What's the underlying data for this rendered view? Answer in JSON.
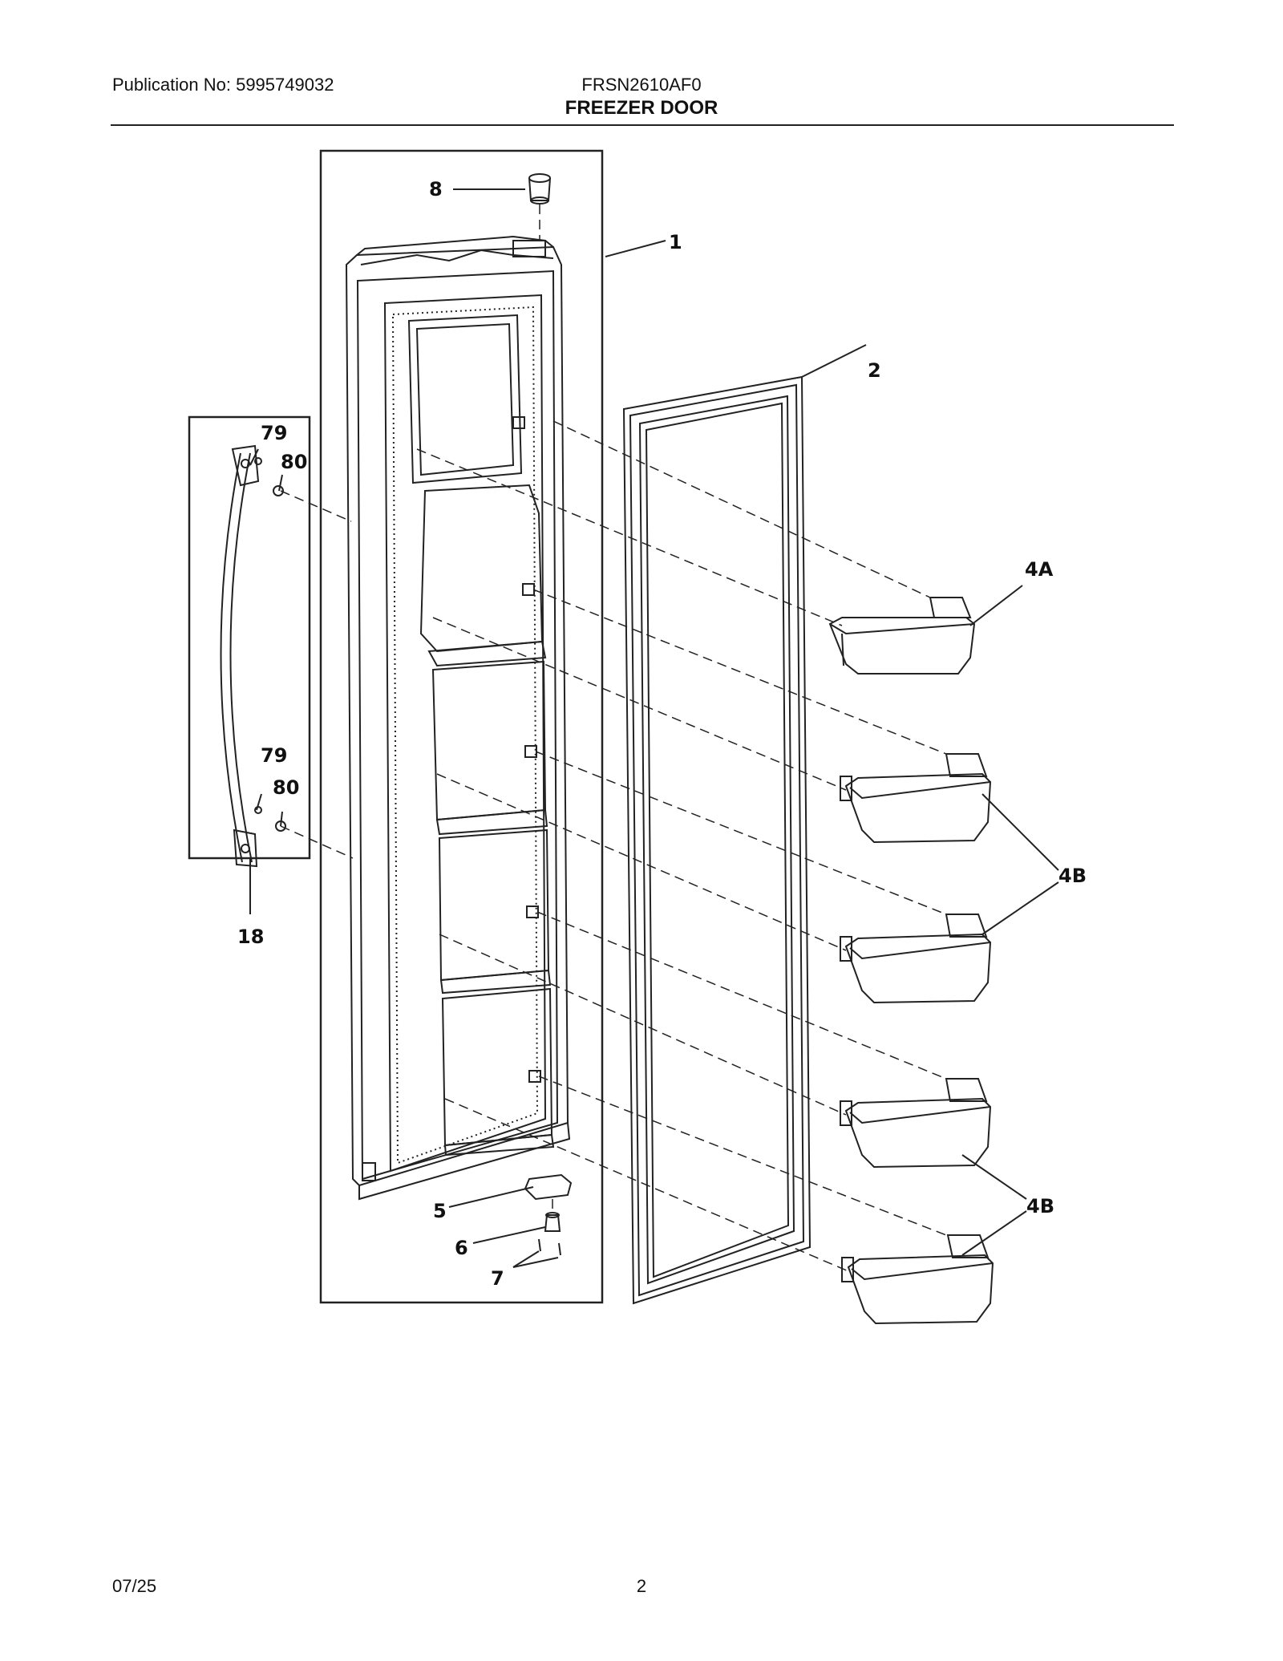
{
  "header": {
    "publication": "Publication No: 5995749032",
    "model": "FRSN2610AF0",
    "title": "FREEZER DOOR"
  },
  "footer": {
    "date": "07/25",
    "page": "2"
  },
  "callouts": {
    "c8": "8",
    "c1": "1",
    "c2": "2",
    "c79a": "79",
    "c80a": "80",
    "c79b": "79",
    "c80b": "80",
    "c18": "18",
    "c4a": "4A",
    "c4b1": "4B",
    "c4b2": "4B",
    "c5": "5",
    "c6": "6",
    "c7": "7"
  },
  "colors": {
    "ink": "#111111",
    "background": "#ffffff"
  }
}
